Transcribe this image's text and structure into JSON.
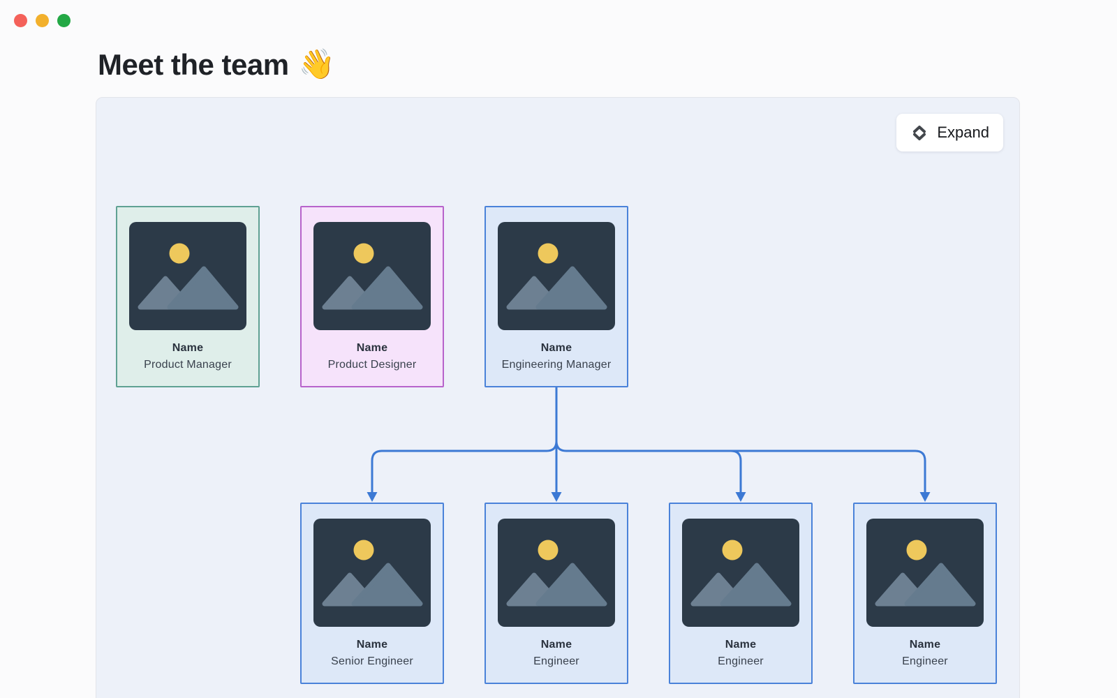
{
  "window_controls": {
    "close": "red",
    "minimize": "yellow",
    "zoom": "green"
  },
  "header": {
    "title": "Meet the team",
    "emoji": "👋"
  },
  "canvas": {
    "expand_button": {
      "label": "Expand",
      "icon": "unfold-vertical-icon"
    }
  },
  "org_chart": {
    "cards": [
      {
        "name": "Name",
        "role": "Product Manager",
        "theme": "green",
        "row": "top"
      },
      {
        "name": "Name",
        "role": "Product Designer",
        "theme": "purple",
        "row": "top"
      },
      {
        "name": "Name",
        "role": "Engineering Manager",
        "theme": "blue",
        "row": "top"
      },
      {
        "name": "Name",
        "role": "Senior Engineer",
        "theme": "blue",
        "row": "bottom"
      },
      {
        "name": "Name",
        "role": "Engineer",
        "theme": "blue",
        "row": "bottom"
      },
      {
        "name": "Name",
        "role": "Engineer",
        "theme": "blue",
        "row": "bottom"
      },
      {
        "name": "Name",
        "role": "Engineer",
        "theme": "blue",
        "row": "bottom"
      }
    ],
    "placeholder_image": {
      "icon": "image-placeholder-icon",
      "background": "#2c3a48",
      "sun_color": "#eec85c",
      "mountain_front_color": "#6d8092",
      "mountain_back_color": "#657b8e"
    },
    "theme_colors": {
      "green": {
        "background": "#dfeeea",
        "border": "#5fa193"
      },
      "purple": {
        "background": "#f6e3fb",
        "border": "#b763cb"
      },
      "blue": {
        "background": "#dde8f8",
        "border": "#4a82d9"
      }
    },
    "connector_color": "#3c79d4"
  }
}
